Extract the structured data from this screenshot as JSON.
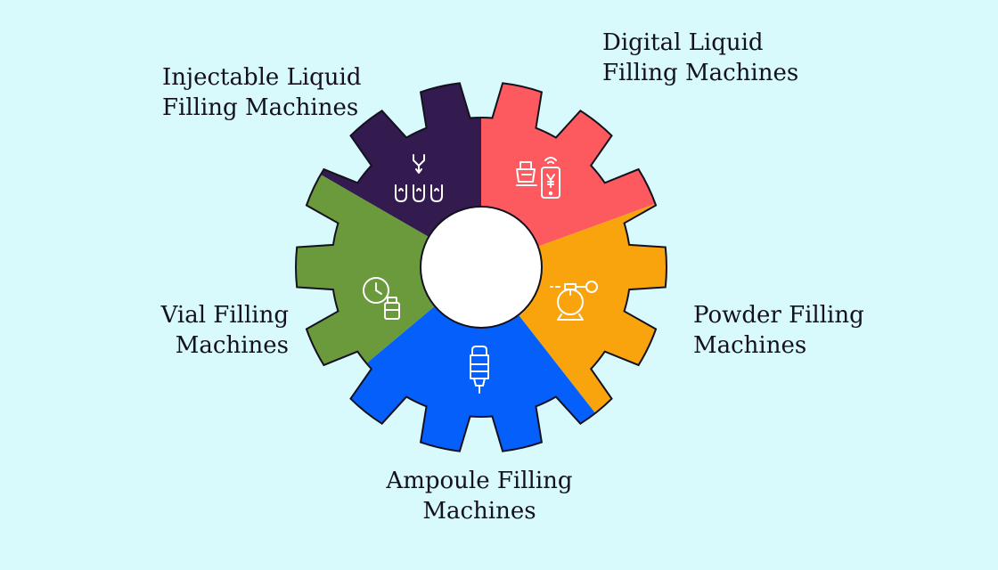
{
  "background_color": "#d8fafc",
  "segments": [
    {
      "id": "injectable",
      "label_line1": "Injectable Liquid",
      "label_line2": "Filling Machines",
      "color": "#331a4f",
      "icon": "syringe-vials-icon"
    },
    {
      "id": "digital",
      "label_line1": "Digital Liquid",
      "label_line2": "Filling Machines",
      "color": "#fc5a5f",
      "icon": "digital-scale-phone-icon"
    },
    {
      "id": "powder",
      "label_line1": "Powder Filling",
      "label_line2": "Machines",
      "color": "#f9a40c",
      "icon": "powder-dispenser-icon"
    },
    {
      "id": "ampoule",
      "label_line1": "Ampoule Filling",
      "label_line2": "Machines",
      "color": "#0560fb",
      "icon": "ampoule-icon"
    },
    {
      "id": "vial",
      "label_line1": "Vial Filling",
      "label_line2": "Machines",
      "color": "#6a9a3b",
      "icon": "clock-vial-icon"
    }
  ]
}
